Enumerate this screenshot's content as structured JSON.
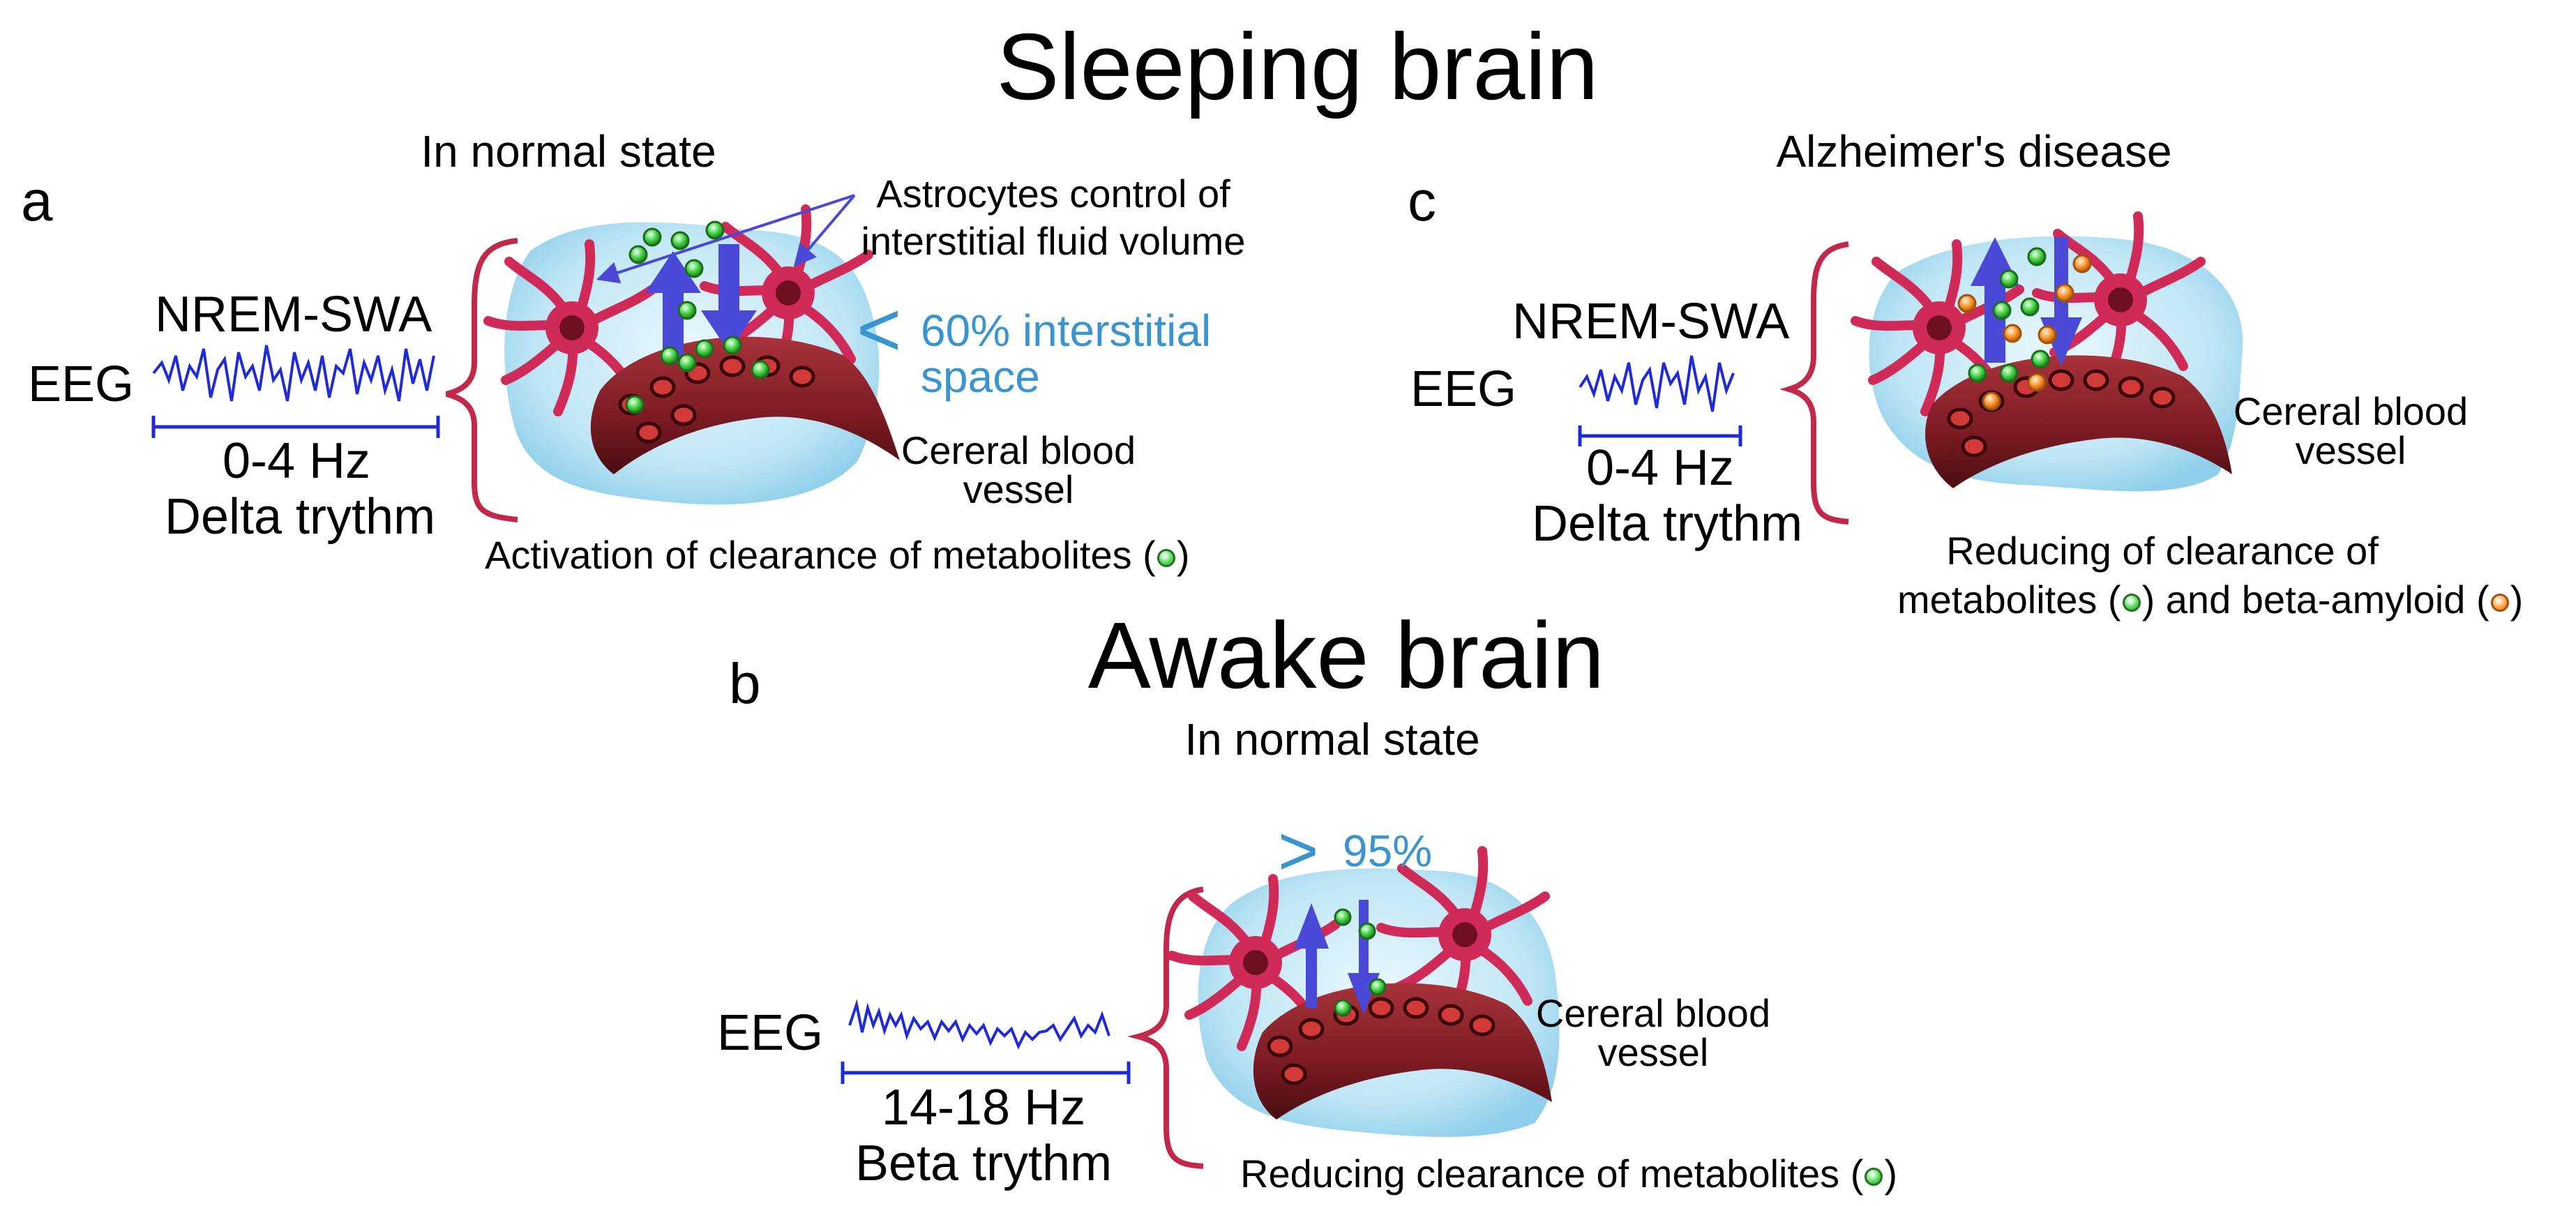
{
  "sleeping": {
    "title": "Sleeping brain",
    "panel_a": {
      "letter": "a",
      "subtitle": "In normal state",
      "eeg_label": "EEG",
      "wave_label": "NREM-SWA",
      "freq": "0-4 Hz",
      "rhythm": "Delta trythm",
      "astro_line1": "Astrocytes control of",
      "astro_line2": "interstitial fluid volume",
      "compare_symbol": "<",
      "interstitial_line1": "60% interstitial",
      "interstitial_line2": "space",
      "vessel_line1": "Cereral blood",
      "vessel_line2": "vessel",
      "caption_pre": "Activation of clearance of metabolites (",
      "caption_post": ")"
    },
    "panel_c": {
      "letter": "c",
      "subtitle": "Alzheimer's disease",
      "eeg_label": "EEG",
      "wave_label": "NREM-SWA",
      "freq": "0-4 Hz",
      "rhythm": "Delta trythm",
      "vessel_line1": "Cereral blood",
      "vessel_line2": "vessel",
      "caption_line1": "Reducing of clearance of",
      "caption_pre": "metabolites (",
      "caption_mid": ") and beta-amyloid (",
      "caption_post": ")"
    }
  },
  "awake": {
    "title": "Awake brain",
    "panel_b": {
      "letter": "b",
      "subtitle": "In normal state",
      "eeg_label": "EEG",
      "compare_symbol": ">",
      "percent": "95%",
      "freq": "14-18 Hz",
      "rhythm": "Beta trythm",
      "vessel_line1": "Cereral blood",
      "vessel_line2": "vessel",
      "caption_pre": "Reducing clearance of metabolites (",
      "caption_post": ")"
    }
  },
  "colors": {
    "eeg_trace": "#1f2bd8",
    "brace": "#c2284a",
    "arrow": "#4a48d6",
    "interstitial_text": "#3a94cf",
    "fluid": "#bfe6f5",
    "vessel": "#7a1a22",
    "astrocyte": "#cf2a58",
    "metabolite": "#4ed84e",
    "beta_amyloid": "#ff9c34"
  },
  "icons": [
    "metabolite-dot-icon",
    "beta-amyloid-dot-icon",
    "astrocyte-icon",
    "blood-vessel-icon",
    "fluid-flow-arrow-icon",
    "curly-brace-icon"
  ]
}
